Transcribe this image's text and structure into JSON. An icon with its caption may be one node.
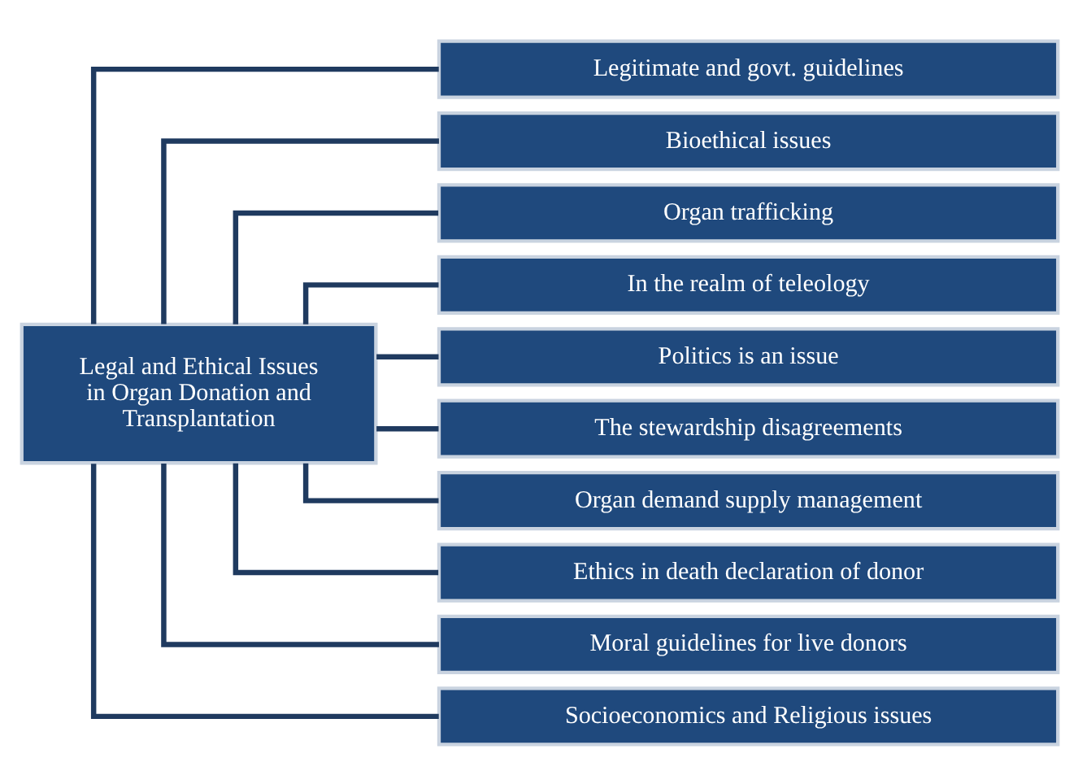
{
  "diagram": {
    "nodes": [
      {
        "text": [
          "Legal and Ethical Issues in Organ Donation and Transplantation"
        ]
      },
      {
        "text": [
          "Legitimate and govt. guidelines"
        ]
      },
      {
        "text": [
          "Bioethical issues"
        ]
      },
      {
        "text": [
          "Organ trafficking"
        ]
      },
      {
        "text": [
          "In the realm of teleology"
        ]
      },
      {
        "text": [
          "Politics is an issue"
        ]
      },
      {
        "text": [
          "The stewardship disagreements"
        ]
      },
      {
        "text": [
          "Organ demand supply management"
        ]
      },
      {
        "text": [
          "Ethics in death declaration of donor"
        ]
      },
      {
        "text": [
          "Moral guidelines for live donors"
        ]
      },
      {
        "text": [
          "Socioeconomics and Religious issues"
        ]
      }
    ],
    "edges": [
      {
        "from": 0,
        "to": 1,
        "arrow": "none"
      },
      {
        "from": 0,
        "to": 2,
        "arrow": "none"
      },
      {
        "from": 0,
        "to": 3,
        "arrow": "none"
      },
      {
        "from": 0,
        "to": 4,
        "arrow": "none"
      },
      {
        "from": 0,
        "to": 5,
        "arrow": "none"
      },
      {
        "from": 0,
        "to": 6,
        "arrow": "none"
      },
      {
        "from": 0,
        "to": 7,
        "arrow": "none"
      },
      {
        "from": 0,
        "to": 8,
        "arrow": "none"
      },
      {
        "from": 0,
        "to": 9,
        "arrow": "none"
      },
      {
        "from": 0,
        "to": 10,
        "arrow": "none"
      }
    ]
  }
}
